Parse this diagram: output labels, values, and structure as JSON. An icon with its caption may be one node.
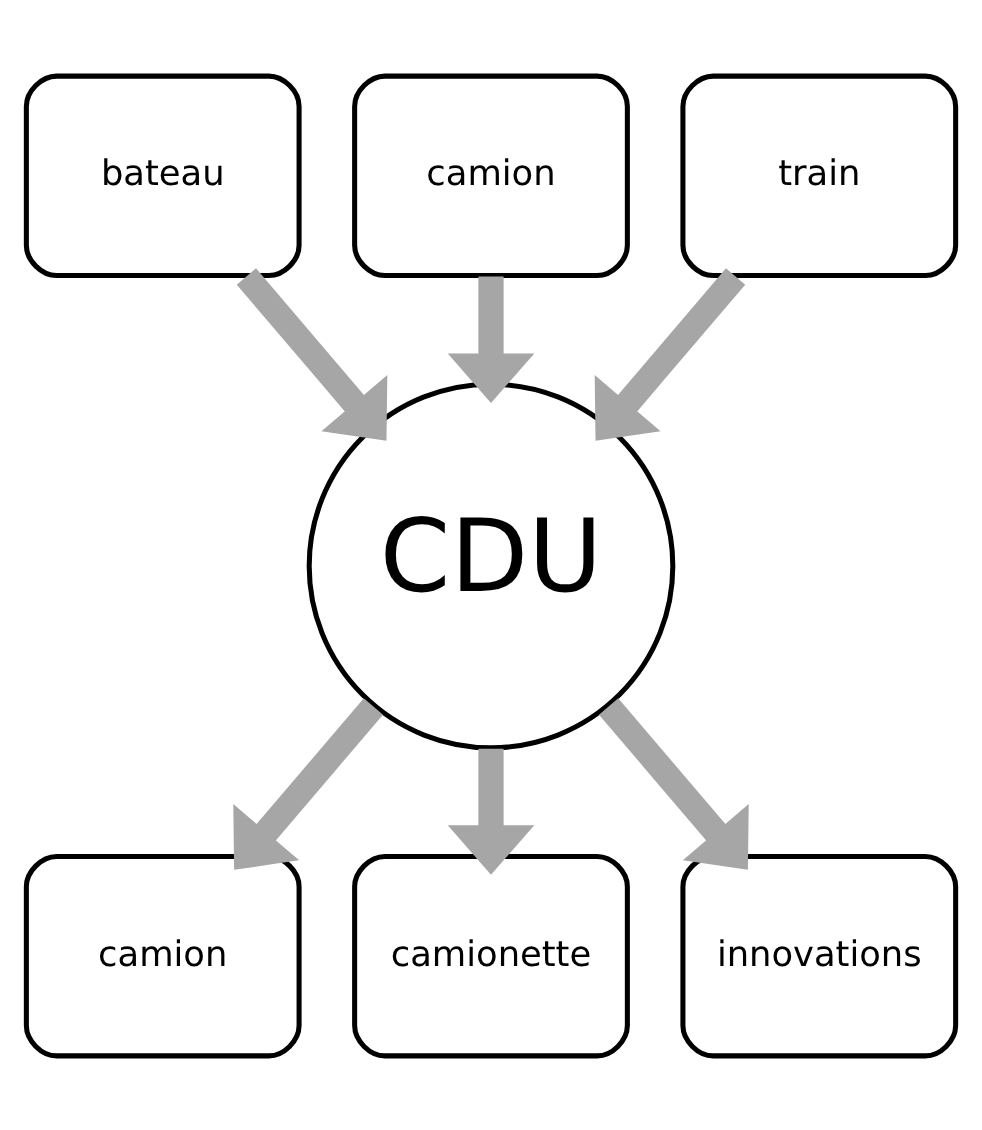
{
  "diagram": {
    "nodes": [
      {
        "text": [
          "bateau"
        ]
      },
      {
        "text": [
          "camion"
        ]
      },
      {
        "text": [
          "train"
        ]
      },
      {
        "text": [
          "CDU"
        ]
      },
      {
        "text": [
          "camion"
        ]
      },
      {
        "text": [
          "camionette"
        ]
      },
      {
        "text": [
          "innovations"
        ]
      }
    ],
    "edges": [
      {
        "from": 0,
        "to": 3,
        "arrow": "to"
      },
      {
        "from": 1,
        "to": 3,
        "arrow": "to"
      },
      {
        "from": 2,
        "to": 3,
        "arrow": "to"
      },
      {
        "from": 3,
        "to": 4,
        "arrow": "to"
      },
      {
        "from": 3,
        "to": 5,
        "arrow": "to"
      },
      {
        "from": 3,
        "to": 6,
        "arrow": "to"
      }
    ]
  }
}
